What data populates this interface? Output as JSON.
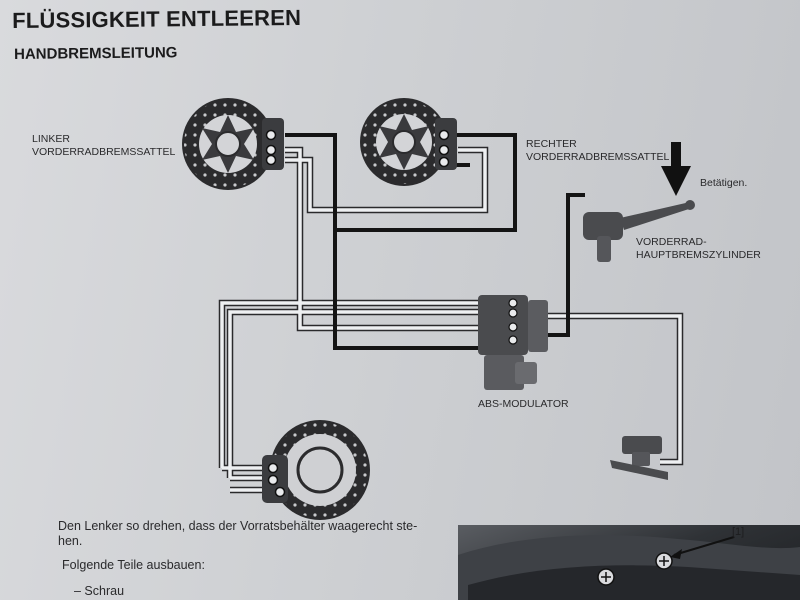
{
  "heading": {
    "title": "FLÜSSIGKEIT ENTLEEREN",
    "subtitle": "HANDBREMSLEITUNG"
  },
  "diagram": {
    "labels": {
      "left_caliper": "LINKER\nVORDERRADBREMSSATTEL",
      "right_caliper": "RECHTER\nVORDERRADBREMSSATTEL",
      "actuate": "Betätigen.",
      "master_cylinder": "VORDERRAD-\nHAUPTBREMSZYLINDER",
      "abs_modulator": "ABS-MODULATOR"
    },
    "colors": {
      "brake_line_dark": "#141414",
      "brake_line_light": "#f0f1f2",
      "disc": "#2b2b2d"
    }
  },
  "text": {
    "line1": "Den Lenker so drehen, dass der Vorratsbehälter waagerecht ste-",
    "line2": "hen.",
    "line3": "Folgende Teile ausbauen:",
    "line4": "–   Schrau"
  },
  "photo": {
    "ref_label": "[1]"
  }
}
